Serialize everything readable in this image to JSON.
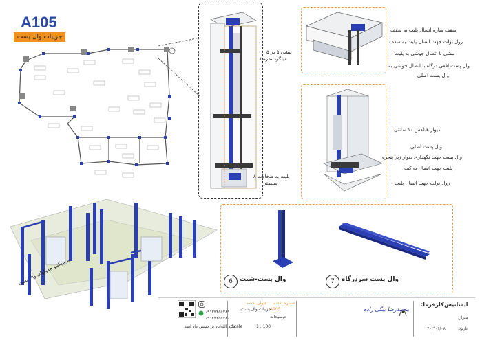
{
  "sheet": {
    "code": "A105",
    "title": "جزییات وال پست"
  },
  "detail_6": {
    "number": "6",
    "caption": "وال پست-شیت"
  },
  "detail_7": {
    "number": "7",
    "caption": "وال پست سردرگاه"
  },
  "upper_detail": {
    "labels": [
      "سقف سازه اتصال پلیت به سقف",
      "رول بولت جهت اتصال پلیت به سقف",
      "نبشی با اتصال جوشی به پلیت",
      "وال پست افقی درگاه با اتصال جوشی به",
      "وال پست اصلی"
    ]
  },
  "lower_detail": {
    "labels": [
      "دیوار هبلکس ۱۰ سانتی",
      "وال پست اصلی",
      "وال پست جهت نگهداری دیوار زیر پنجره",
      "پلیت جهت اتصال به کف",
      "رول بولت جهت اتصال پلیت"
    ]
  },
  "middle_labels": {
    "angle": "نبشی ۵ در ۵",
    "round_bar": "میلگرد نمره ۸",
    "plate": "پلیت به ضخامت ۸",
    "plate_unit": "میلیمتر"
  },
  "iso_label": "پرسپکتیو جدولهای وال پست",
  "title_block": {
    "client_label": "کارفرما:",
    "client_name": "ایساتیس",
    "area_label": "متراژ:",
    "date_label": "تاریخ:",
    "date_value": "۱۴۰۲/۰۱/۰۸",
    "sheet_no_label": "شماره نقشه",
    "sheet_no_value": "A105",
    "plan_label": "عنوان نقشه",
    "plan_value": "جزییات وال پست",
    "desc_label": "توضیحات",
    "scale_label": "Scale",
    "scale_value": "1 : 100",
    "designer_signature": "محمدرضا بیگی زاده",
    "phone_1": "۰۹۱۲۳۴۵۶۷۸۹",
    "phone_2": "۰۹۱۲۳۴۵۶۷۸۰",
    "address": "تکیه الله‌آباد بر حسین داد اسد"
  },
  "colors": {
    "accent_orange": "#f0901e",
    "steel_blue": "#2b3fb5",
    "title_blue": "#2b4aa8"
  }
}
